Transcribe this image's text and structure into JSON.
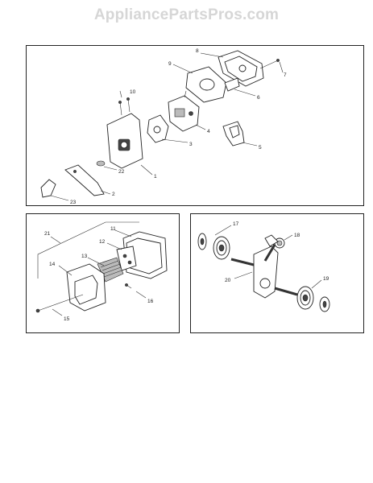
{
  "watermark": "AppliancePartsPros.com",
  "top_panel": {
    "callouts": [
      "8",
      "9",
      "7",
      "6",
      "10",
      "4",
      "3",
      "5",
      "22",
      "1",
      "2",
      "23"
    ]
  },
  "muffler_panel": {
    "callouts": [
      "21",
      "11",
      "12",
      "13",
      "14",
      "16",
      "15"
    ]
  },
  "crank_panel": {
    "callouts": [
      "17",
      "18",
      "20",
      "19"
    ]
  }
}
